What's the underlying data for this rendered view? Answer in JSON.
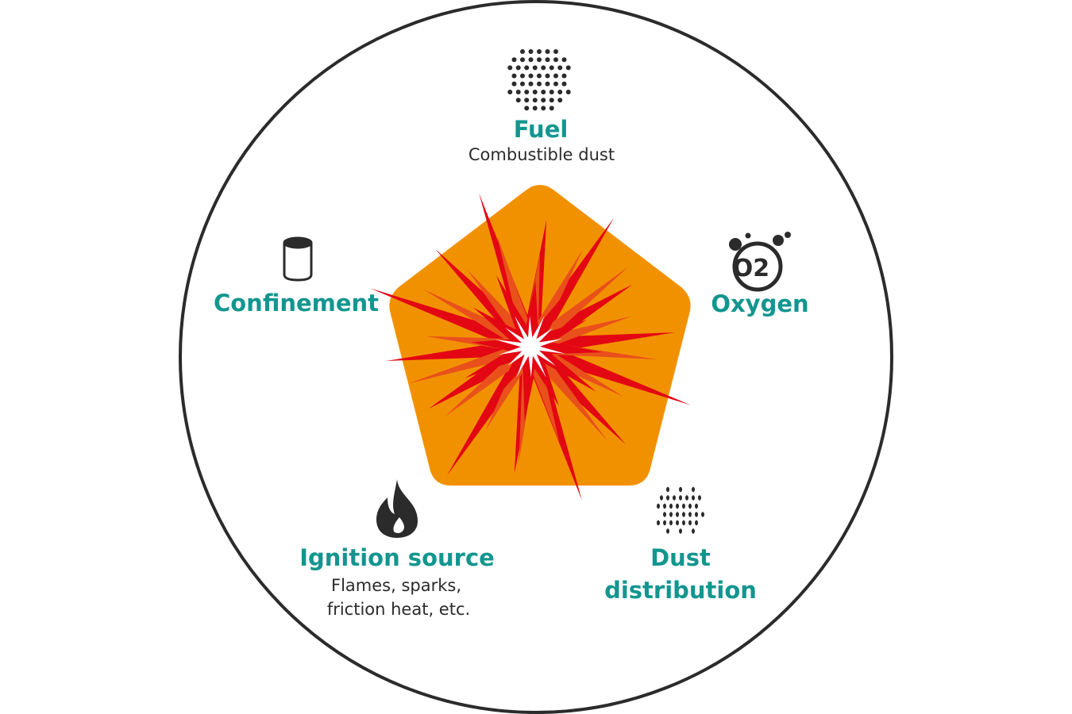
{
  "colors": {
    "teal": "#12968f",
    "pentagon": "#f29100",
    "spike_red": "#e30613",
    "spike_orange": "#e9501b",
    "ring": "#2b2b2b"
  },
  "elements": {
    "fuel": {
      "title": "Fuel",
      "subtitle": "Combustible dust",
      "icon": "dust-cloud-icon"
    },
    "oxygen": {
      "title": "Oxygen",
      "icon": "o2-icon",
      "icon_text": "O2"
    },
    "confinement": {
      "title": "Confinement",
      "icon": "cylinder-icon"
    },
    "ignition": {
      "title": "Ignition source",
      "subtitle_line1": "Flames, sparks,",
      "subtitle_line2": "friction heat, etc.",
      "icon": "flame-icon"
    },
    "dispersion": {
      "title_line1": "Dust",
      "title_line2": "distribution",
      "icon": "dispersed-dust-icon"
    }
  },
  "center": {
    "icon": "explosion-icon"
  }
}
